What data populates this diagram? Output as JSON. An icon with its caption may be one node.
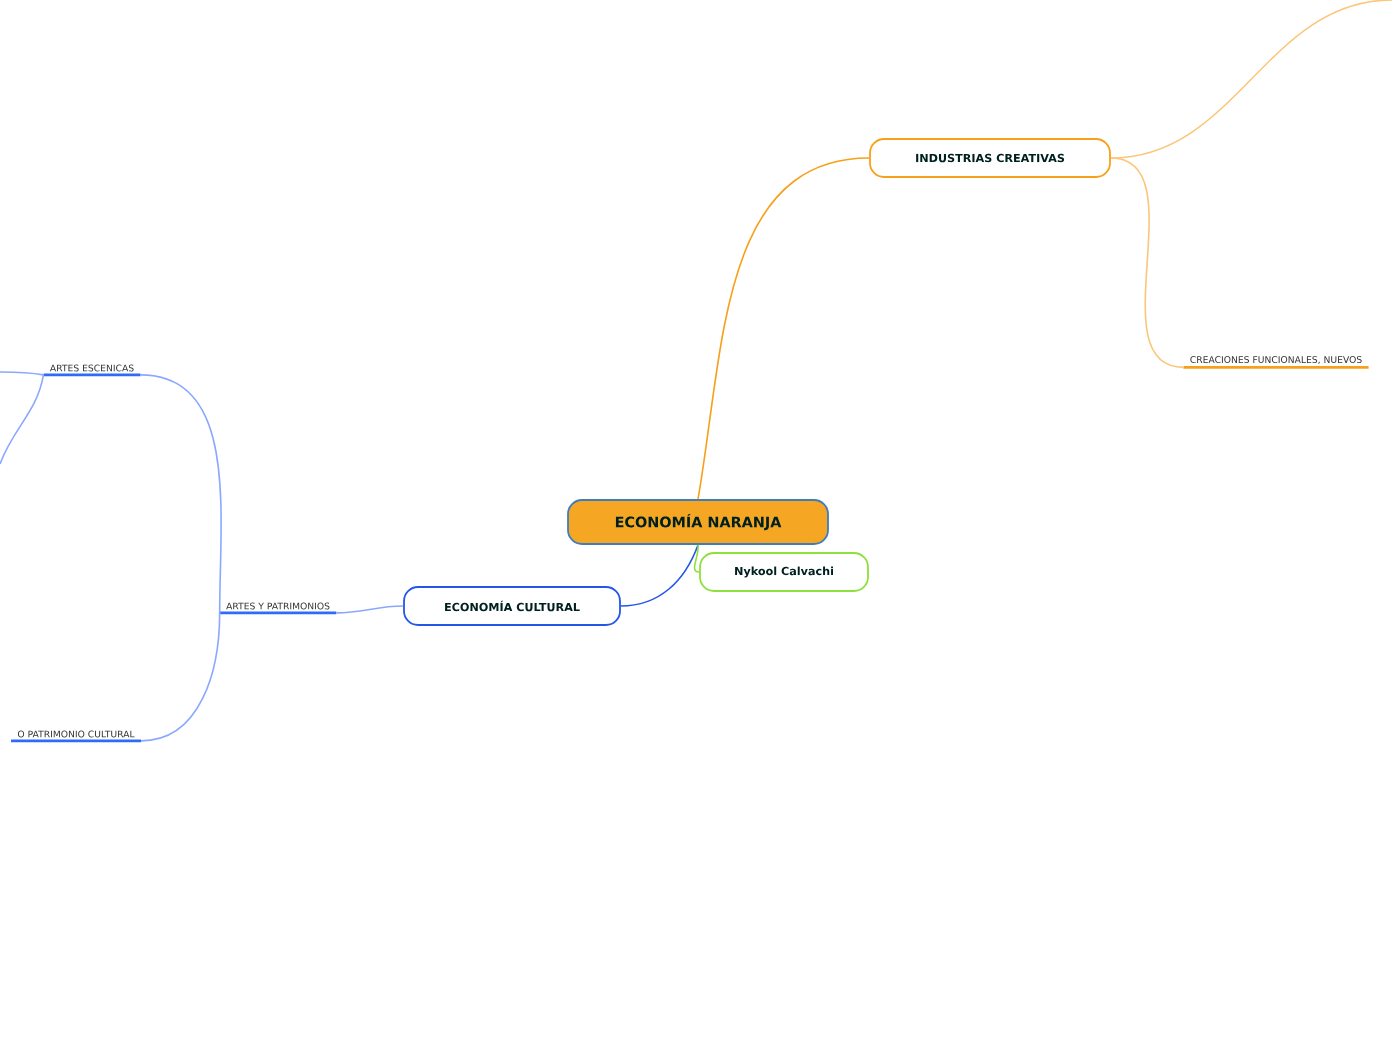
{
  "diagram": {
    "nodes": [
      {
        "text": [
          "ECONOMÍA NARANJA"
        ]
      },
      {
        "text": [
          "INDUSTRIAS CREATIVAS"
        ]
      },
      {
        "text": [
          "ECONOMÍA CULTURAL"
        ]
      },
      {
        "text": [
          "Nykool Calvachi"
        ]
      },
      {
        "text": [
          "CREACIONES FUNCIONALES, NUEVOS"
        ]
      },
      {
        "text": [
          "ARTES Y PATRIMONIOS"
        ]
      },
      {
        "text": [
          "ARTES ESCENICAS"
        ]
      },
      {
        "text": [
          "O PATRIMONIO CULTURAL"
        ]
      }
    ],
    "edges": [
      {
        "from": 0,
        "to": 1,
        "arrow": "none",
        "color": "#f7a01a"
      },
      {
        "from": 1,
        "to": null,
        "arrow": "none",
        "color": "#fcc67a"
      },
      {
        "from": 1,
        "to": 4,
        "arrow": "none",
        "color": "#fcc67a"
      },
      {
        "from": 0,
        "to": 2,
        "arrow": "none",
        "color": "#2456e8"
      },
      {
        "from": 0,
        "to": 3,
        "arrow": "none",
        "color": "#8ee03c"
      },
      {
        "from": 2,
        "to": 5,
        "arrow": "none",
        "color": "#8aa8ff"
      },
      {
        "from": 5,
        "to": 6,
        "arrow": "none",
        "color": "#8aa8ff"
      },
      {
        "from": 5,
        "to": 7,
        "arrow": "none",
        "color": "#8aa8ff"
      },
      {
        "from": 6,
        "to": null,
        "arrow": "none",
        "color": "#8aa8ff"
      },
      {
        "from": 6,
        "to": null,
        "arrow": "none",
        "color": "#8aa8ff"
      }
    ]
  }
}
